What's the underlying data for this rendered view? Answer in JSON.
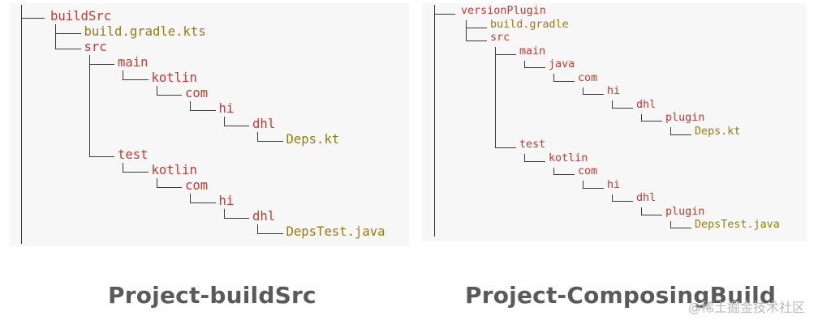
{
  "colors": {
    "folder": "#c23b2e",
    "file": "#9a7a0f",
    "line": "#3a3a3a"
  },
  "left": {
    "caption": "Project-buildSrc",
    "nodes": [
      {
        "label": "buildSrc",
        "kind": "folder"
      },
      {
        "label": "build.gradle.kts",
        "kind": "file"
      },
      {
        "label": "src",
        "kind": "folder"
      },
      {
        "label": "main",
        "kind": "folder"
      },
      {
        "label": "kotlin",
        "kind": "folder"
      },
      {
        "label": "com",
        "kind": "folder"
      },
      {
        "label": "hi",
        "kind": "folder"
      },
      {
        "label": "dhl",
        "kind": "folder"
      },
      {
        "label": "Deps.kt",
        "kind": "file"
      },
      {
        "label": "test",
        "kind": "folder"
      },
      {
        "label": "kotlin",
        "kind": "folder"
      },
      {
        "label": "com",
        "kind": "folder"
      },
      {
        "label": "hi",
        "kind": "folder"
      },
      {
        "label": "dhl",
        "kind": "folder"
      },
      {
        "label": "DepsTest.java",
        "kind": "file"
      }
    ]
  },
  "right": {
    "caption": "Project-ComposingBuild",
    "nodes": [
      {
        "label": "versionPlugin",
        "kind": "folder"
      },
      {
        "label": "build.gradle",
        "kind": "file"
      },
      {
        "label": "src",
        "kind": "folder"
      },
      {
        "label": "main",
        "kind": "folder"
      },
      {
        "label": "java",
        "kind": "folder"
      },
      {
        "label": "com",
        "kind": "folder"
      },
      {
        "label": "hi",
        "kind": "folder"
      },
      {
        "label": "dhl",
        "kind": "folder"
      },
      {
        "label": "plugin",
        "kind": "folder"
      },
      {
        "label": "Deps.kt",
        "kind": "file"
      },
      {
        "label": "test",
        "kind": "folder"
      },
      {
        "label": "kotlin",
        "kind": "folder"
      },
      {
        "label": "com",
        "kind": "folder"
      },
      {
        "label": "hi",
        "kind": "folder"
      },
      {
        "label": "dhl",
        "kind": "folder"
      },
      {
        "label": "plugin",
        "kind": "folder"
      },
      {
        "label": "DepsTest.java",
        "kind": "file"
      }
    ]
  },
  "watermark": "@稀土掘金技术社区"
}
